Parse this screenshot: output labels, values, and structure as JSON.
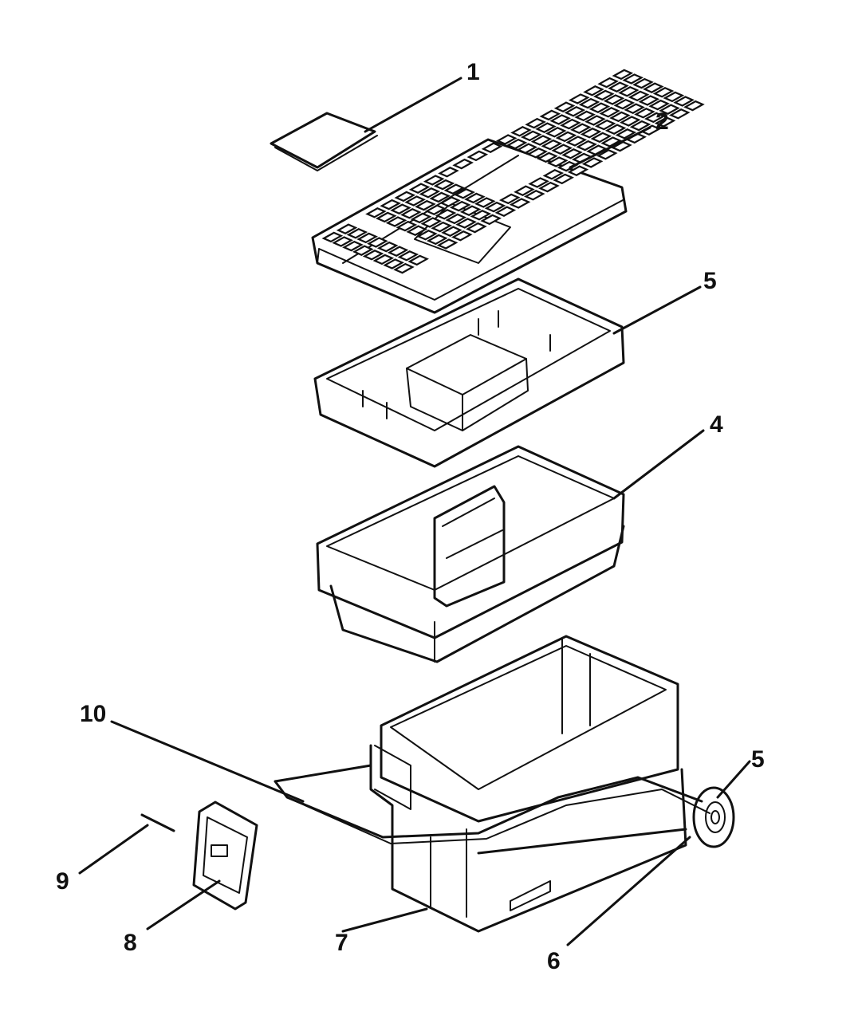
{
  "callouts": {
    "c1": "1",
    "c2": "2",
    "c3": "5",
    "c4": "4",
    "c5": "5",
    "c6": "6",
    "c7": "7",
    "c8": "8",
    "c9": "9",
    "c10": "10"
  }
}
